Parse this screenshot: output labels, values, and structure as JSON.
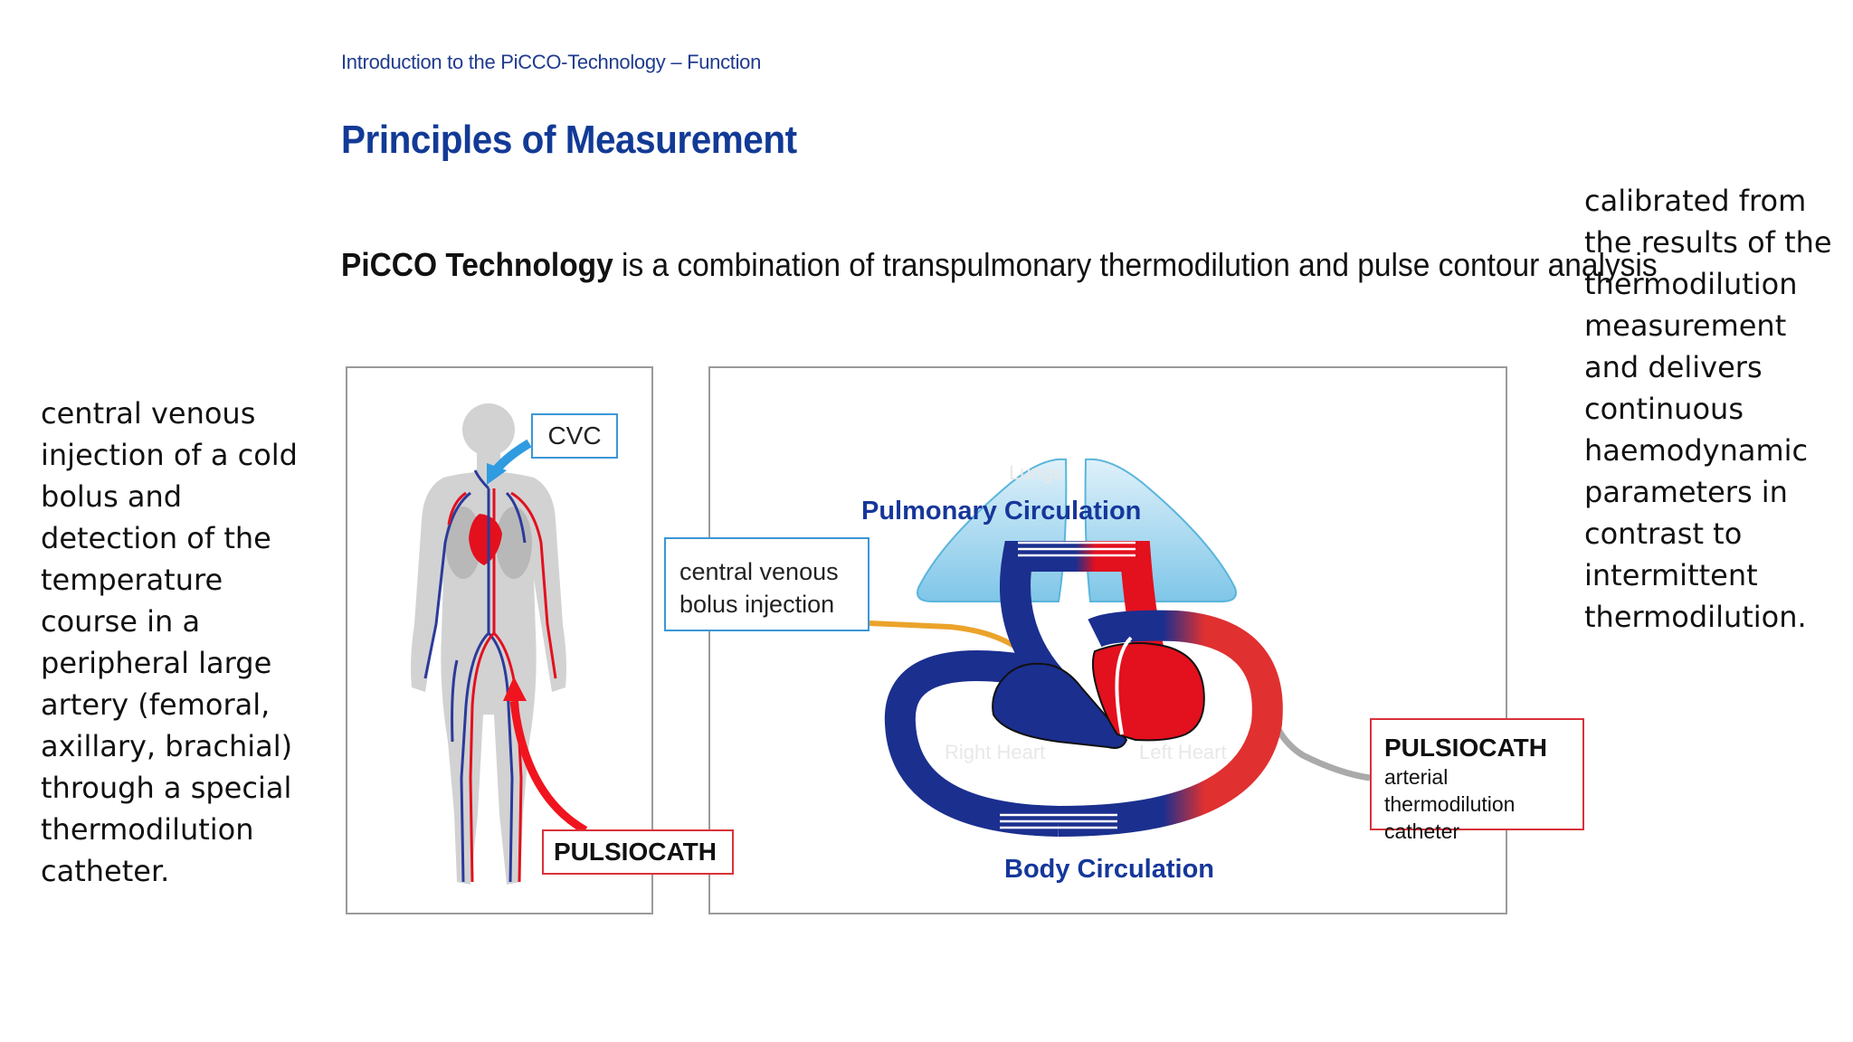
{
  "header": {
    "subtitle": "Introduction to the PiCCO-Technology – Function",
    "title": "Principles of Measurement"
  },
  "intro": {
    "bold": "PiCCO Technology",
    "rest": " is a combination of transpulmonary thermodilution and pulse contour analysis"
  },
  "left_text": "central venous injection of a cold bolus and detection of the temperature course in a peripheral large artery (femoral, axillary, brachial) through a special thermodilution catheter.",
  "right_text": "calibrated from the results of the thermodilution measurement and delivers continuous haemodynamic parameters in contrast to intermittent thermodilution.",
  "body_figure": {
    "cvc_label": "CVC",
    "pulsiocath_label": "PULSIOCATH"
  },
  "circulation_diagram": {
    "pulmonary_label": "Pulmonary Circulation",
    "body_label": "Body Circulation",
    "lungs_label": "Lungs",
    "right_heart_label": "Right Heart",
    "left_heart_label": "Left Heart",
    "injection_label": "central venous bolus injection",
    "catheter_title": "PULSIOCATH",
    "catheter_desc": "arterial thermodilution catheter"
  },
  "colors": {
    "heading_blue": "#123a96",
    "venous_blue": "#1b2f8f",
    "arterial_red": "#e3101e",
    "injection_orange": "#eba32a",
    "callout_blue": "#3b97d6",
    "callout_red": "#d8323a",
    "lung_blue": "#a6d8ef"
  }
}
